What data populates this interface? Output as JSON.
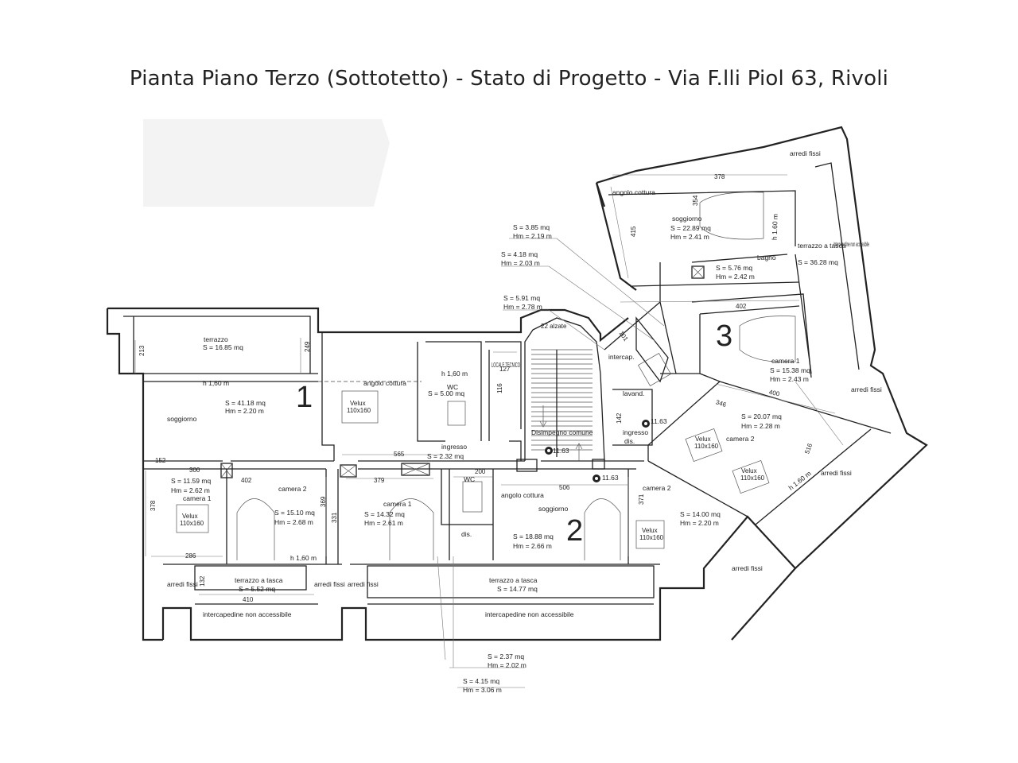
{
  "title": "Pianta Piano Terzo (Sottotetto) - Stato di Progetto - Via F.lli Piol 63, Rivoli",
  "units": {
    "1": "1",
    "2": "2",
    "3": "3"
  },
  "areas": {
    "terrazzo1": {
      "label": "terrazzo",
      "s": "S = 16.85 mq"
    },
    "soggiorno1_s": "S = 41.18 mq",
    "soggiorno1_hm": "Hm = 2.20 m",
    "soggiorno1_label": "soggiorno",
    "angolo_cottura1": "angolo cottura",
    "wc1": "WC",
    "wc1_s": "S = 5.00 mq",
    "locale_tecnico": "LOCALE TECNICO",
    "ingresso1": "ingresso",
    "ingresso1_s": "S = 2.32 mq",
    "camera1a": "camera 1",
    "camera1a_s": "S = 11.59 mq",
    "camera1a_hm": "Hm = 2.62 m",
    "camera2a": "camera 2",
    "camera2a_s": "S = 15.10 mq",
    "camera2a_hm": "Hm = 2.68 m",
    "terrazzo_tasca1": "terrazzo a tasca",
    "terrazzo_tasca1_s": "S = 5.52 mq",
    "arredi_fissi": "arredi fissi",
    "intercapedine": "intercapedine non accessibile",
    "camera1b": "camera 1",
    "camera1b_s": "S = 14.32 mq",
    "camera1b_hm": "Hm = 2.61 m",
    "wc2": "WC",
    "angolo_cottura2": "angolo cottura",
    "dis2": "dis.",
    "soggiorno2": "soggiorno",
    "soggiorno2_s": "S = 18.88 mq",
    "soggiorno2_hm": "Hm = 2.66 m",
    "terrazzo_tasca2": "terrazzo a tasca",
    "terrazzo_tasca2_s": "S = 14.77 mq",
    "camera2b": "camera 2",
    "camera2b_s": "S = 14.00 mq",
    "camera2b_hm": "Hm = 2.20 m",
    "disimpegno": "Disimpegno comune",
    "ingresso3": "ingresso",
    "dis3": "dis.",
    "lavand": "lavand.",
    "intercap": "intercap.",
    "camera2c": "camera 2",
    "camera2c_s": "S = 20.07 mq",
    "camera2c_hm": "Hm = 2.28 m",
    "camera1c": "camera 1",
    "camera1c_s": "S = 15.38 mq",
    "camera1c_hm": "Hm = 2.43 m",
    "angolo_cottura3": "angolo cottura",
    "soggiorno3": "soggiorno",
    "soggiorno3_s": "S = 22.89 mq",
    "soggiorno3_hm": "Hm = 2.41 m",
    "bagno3": "bagno",
    "bagno3_s": "S = 5.76 mq",
    "bagno3_hm": "Hm = 2.42 m",
    "terrazzo_tasca3": "terrazzo a tasca",
    "terrazzo_tasca3_s": "S = 36.28 mq",
    "intercapedine_na": "intercapedine non accessibile"
  },
  "callouts": {
    "c1_s": "S = 3.85 mq",
    "c1_hm": "Hm = 2.19 m",
    "c2_s": "S = 4.18 mq",
    "c2_hm": "Hm = 2.03 m",
    "c3_s": "S = 5.91 mq",
    "c3_hm": "Hm = 2.78 m",
    "c4_s": "S = 2.37 mq",
    "c4_hm": "Hm = 2.02 m",
    "c5_s": "S = 4.15 mq",
    "c5_hm": "Hm = 3.06 m"
  },
  "heights": {
    "h160": "h 1,60 m",
    "h160b": "h 1.60 m",
    "level": "11.63"
  },
  "stair_note": "22 alzate",
  "velux": "Velux",
  "velux_size": "110x160",
  "dims": {
    "d213": "213",
    "d249": "249",
    "d152": "152",
    "d300": "300",
    "d402": "402",
    "d378": "378",
    "d286": "286",
    "d410": "410",
    "d132": "132",
    "d565": "565",
    "d379": "379",
    "d200": "200",
    "d506": "506",
    "d369": "369",
    "d331": "331",
    "d371": "371",
    "d127": "127",
    "d116": "116",
    "d415": "415",
    "d354": "354",
    "d346": "346",
    "d400": "400",
    "d516": "516",
    "d142": "142",
    "d101": "101"
  }
}
